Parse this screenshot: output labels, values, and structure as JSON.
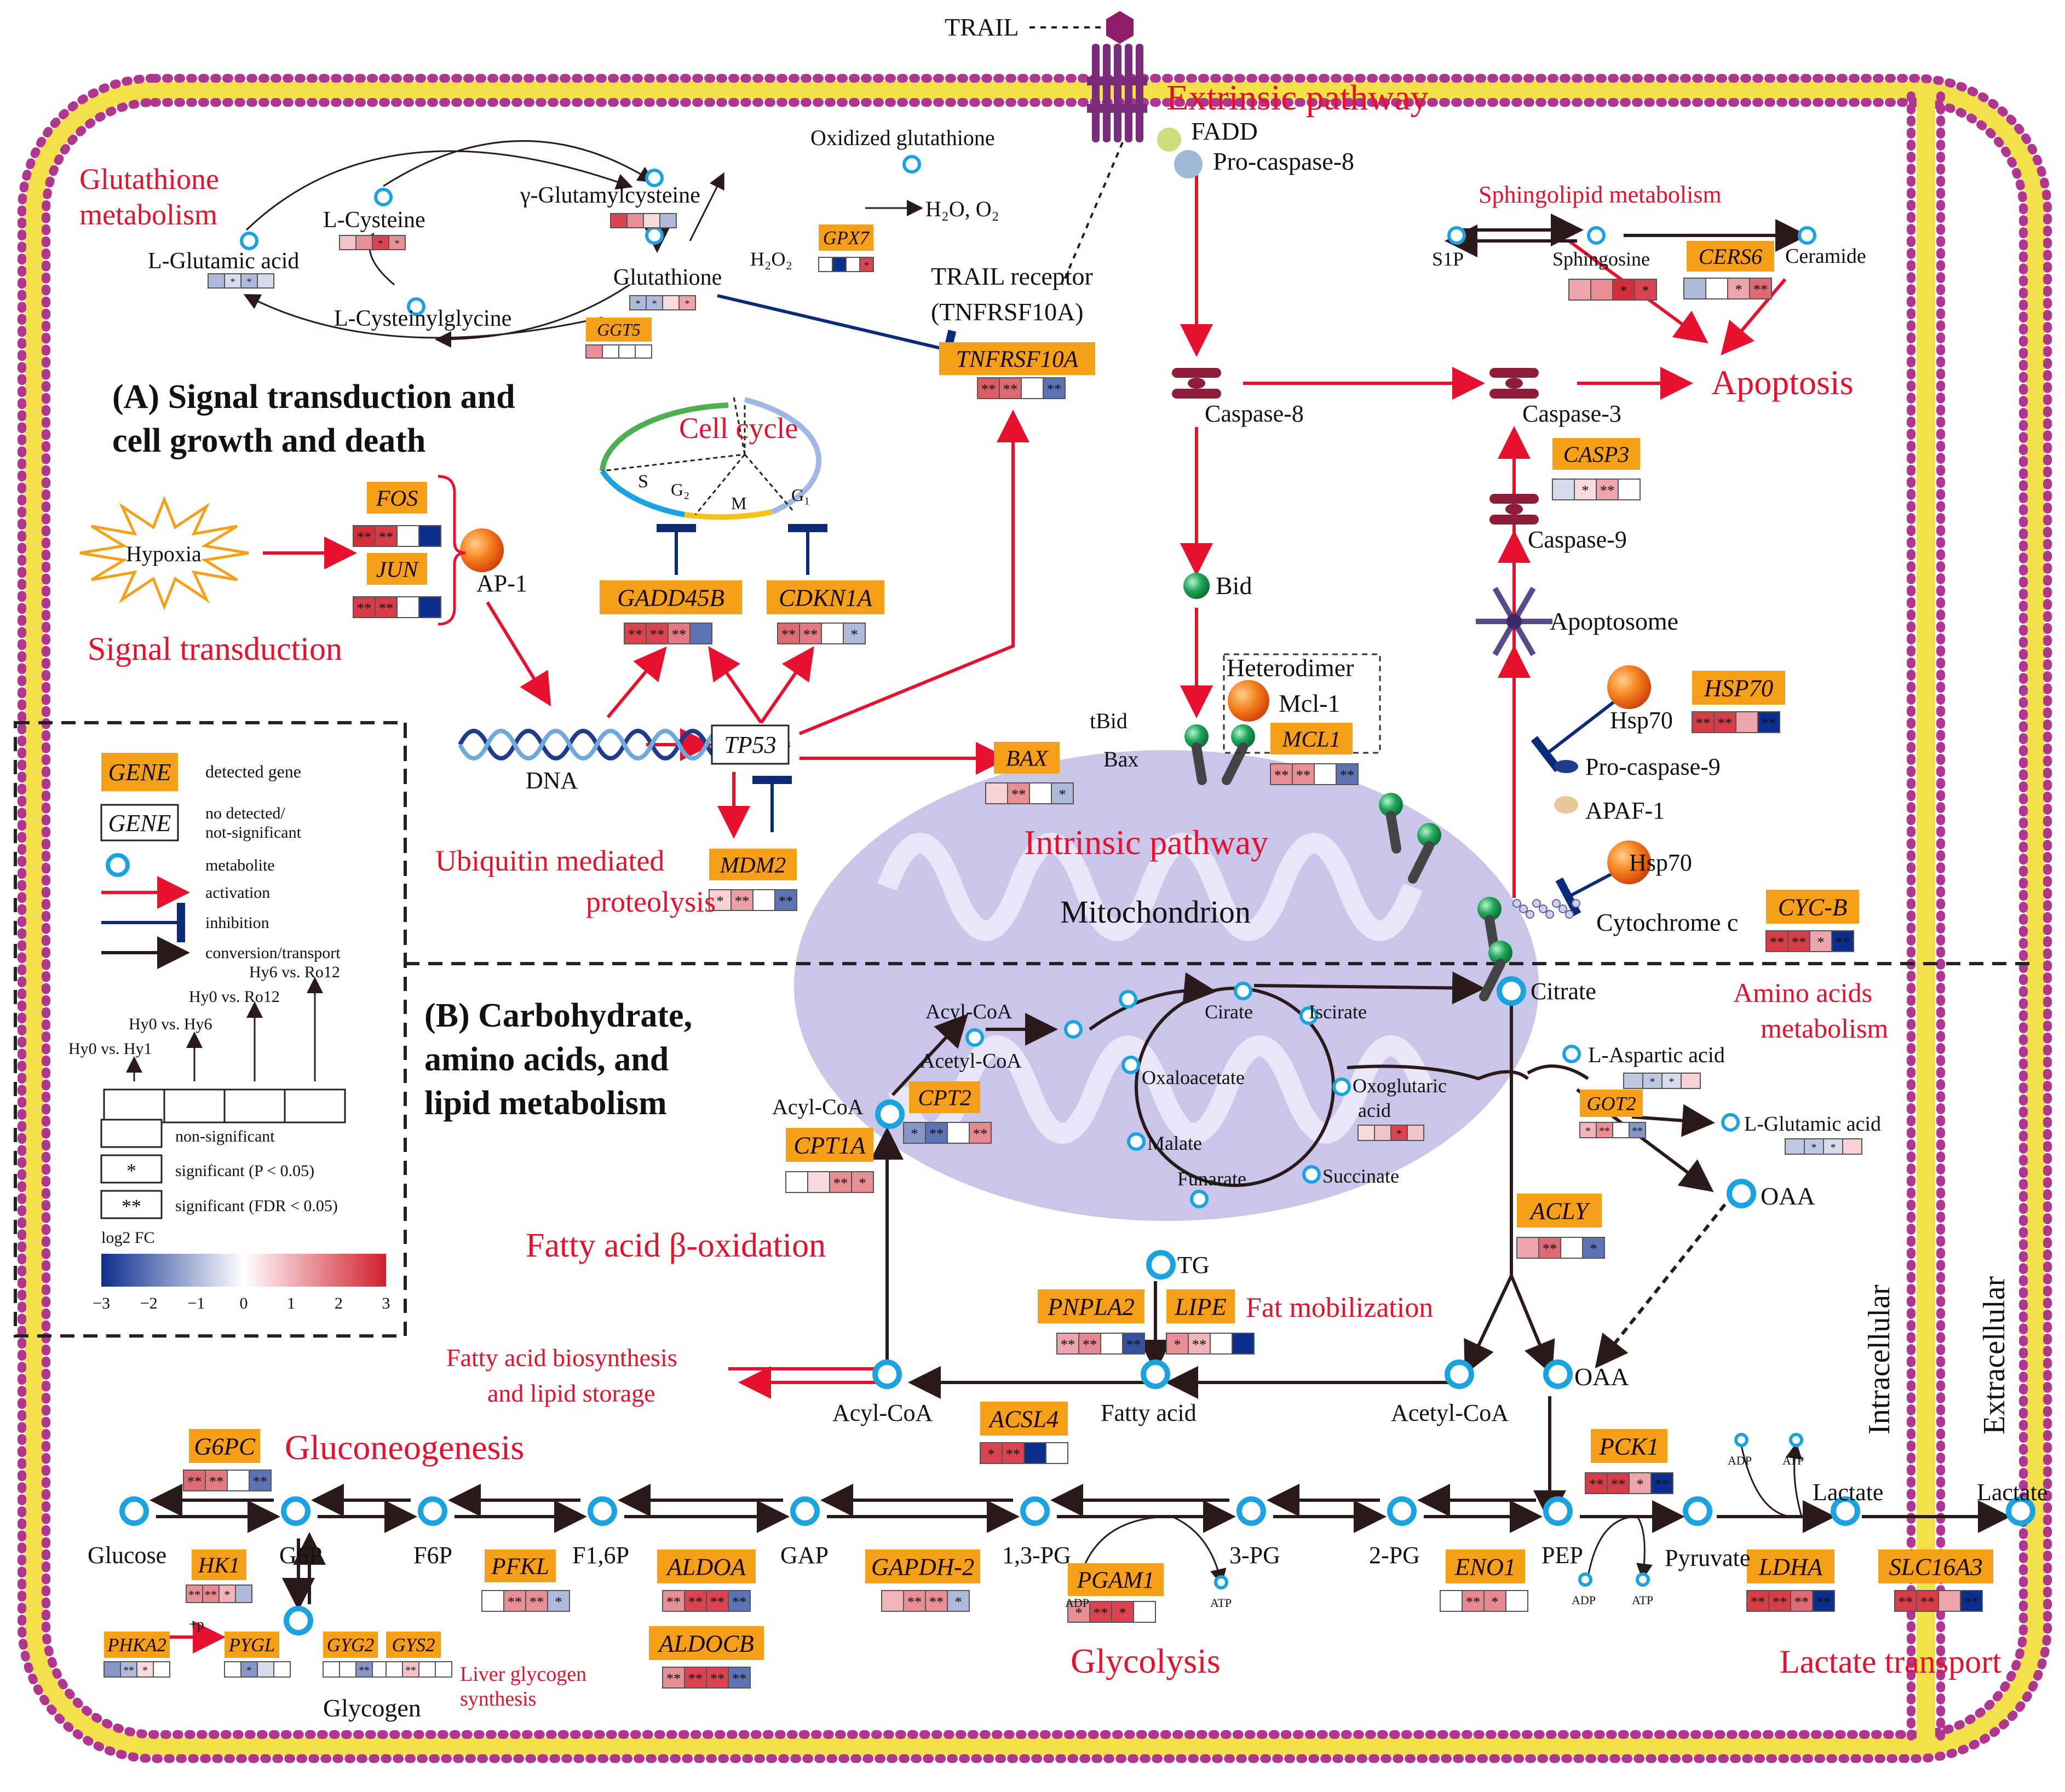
{
  "titles": {
    "section_a_1": "(A) Signal transduction and",
    "section_a_2": "cell growth and death",
    "section_b_1": "(B) Carbohydrate,",
    "section_b_2": "amino acids, and",
    "section_b_3": "lipid metabolism"
  },
  "pathways": {
    "extrinsic": "Extrinsic pathway",
    "intrinsic": "Intrinsic pathway",
    "glutathione_1": "Glutathione",
    "glutathione_2": "metabolism",
    "cell_cycle": "Cell cycle",
    "signal_transduction": "Signal transduction",
    "ubiquitin_1": "Ubiquitin mediated",
    "ubiquitin_2": "proteolysis",
    "sphingolipid": "Sphingolipid metabolism",
    "apoptosis": "Apoptosis",
    "amino_1": "Amino acids",
    "amino_2": "metabolism",
    "fatty_ox": "Fatty acid β-oxidation",
    "fat_mob": "Fat mobilization",
    "fa_bio_1": "Fatty acid biosynthesis",
    "fa_bio_2": "and lipid storage",
    "gluconeo": "Gluconeogenesis",
    "glycolysis": "Glycolysis",
    "liver_gly_1": "Liver glycogen",
    "liver_gly_2": "synthesis",
    "lactate_transport": "Lactate transport"
  },
  "labels": {
    "trail": "TRAIL",
    "fadd": "FADD",
    "procasp8": "Pro-caspase-8",
    "oxgsh": "Oxidized glutathione",
    "h2o_o2": "H₂O, O₂",
    "h2o2": "H₂O₂",
    "gglu": "γ-Glutamylcysteine",
    "lcys": "L-Cysteine",
    "lglu": "L-Glutamic acid",
    "gsh": "Glutathione",
    "lcysgly": "L-Cysteinylglycine",
    "trailr_1": "TRAIL receptor",
    "trailr_2": "(TNFRSF10A)",
    "s1p": "S1P",
    "sphingosine": "Sphingosine",
    "ceramide": "Ceramide",
    "casp8": "Caspase-8",
    "casp3": "Caspase-3",
    "casp9": "Caspase-9",
    "bid": "Bid",
    "apoptosome": "Apoptosome",
    "heterodimer": "Heterodimer",
    "mcl1": "Mcl-1",
    "tbid": "tBid",
    "bax": "Bax",
    "hsp70_a": "Hsp70",
    "hsp70_b": "Hsp70",
    "procasp9": "Pro-caspase-9",
    "apaf1": "APAF-1",
    "cytc": "Cytochrome c",
    "hypoxia": "Hypoxia",
    "ap1": "AP-1",
    "dna": "DNA",
    "tp53": "TP53",
    "phase_s": "S",
    "phase_g2": "G₂",
    "phase_m": "M",
    "phase_g1": "G₁",
    "mito": "Mitochondrion",
    "citrate": "Citrate",
    "acylcoa_m": "Acyl-CoA",
    "acetylcoa_m": "Acetyl-CoA",
    "acylcoa_l": "Acyl-CoA",
    "cirate": "Cirate",
    "iscirate": "Iscirate",
    "oxaloacetate": "Oxaloacetate",
    "oxoglut_1": "Oxoglutaric",
    "oxoglut_2": "acid",
    "malate": "Malate",
    "funarate": "Funarate",
    "succinate": "Succinate",
    "laspartic": "L-Aspartic acid",
    "lglu2": "L-Glutamic acid",
    "oaa_top": "OAA",
    "oaa_bot": "OAA",
    "tg": "TG",
    "fattyacid": "Fatty acid",
    "acylcoa_b": "Acyl-CoA",
    "acetylcoa_b": "Acetyl-CoA",
    "glucose": "Glucose",
    "g6p": "G6P",
    "f6p": "F6P",
    "f16p": "F1,6P",
    "gap": "GAP",
    "pg13": "1,3-PG",
    "pg3": "3-PG",
    "pg2": "2-PG",
    "pep": "PEP",
    "pyruvate": "Pyruvate",
    "lactate_in": "Lactate",
    "lactate_out": "Lactate",
    "glycogen": "Glycogen",
    "intracellular": "Intracellular",
    "extracellular": "Extracellular",
    "adp1": "ADP",
    "atp1": "ATP",
    "adp2": "ADP",
    "atp2": "ATP",
    "adp3": "ADP",
    "atp3": "ATP",
    "plus_p": "+p"
  },
  "genes": [
    {
      "name": "GGT5",
      "cells": [
        1.5,
        0,
        0,
        0
      ],
      "sig": [
        "",
        "",
        "",
        ""
      ]
    },
    {
      "name": "GPX7",
      "cells": [
        0,
        -3,
        0,
        2.5
      ],
      "sig": [
        "",
        "",
        "",
        "*"
      ]
    },
    {
      "name": "TNFRSF10A",
      "cells": [
        2.2,
        2.0,
        0,
        -2
      ],
      "sig": [
        "**",
        "**",
        "",
        "**"
      ]
    },
    {
      "name": "FOS",
      "cells": [
        2.8,
        2.6,
        0,
        -3
      ],
      "sig": [
        "**",
        "**",
        "",
        ""
      ]
    },
    {
      "name": "JUN",
      "cells": [
        2.6,
        2.6,
        0,
        -3
      ],
      "sig": [
        "**",
        "**",
        "",
        ""
      ]
    },
    {
      "name": "GADD45B",
      "cells": [
        2.5,
        2.5,
        1.8,
        -2
      ],
      "sig": [
        "**",
        "**",
        "**",
        ""
      ]
    },
    {
      "name": "CDKN1A",
      "cells": [
        2.0,
        1.8,
        0,
        -1
      ],
      "sig": [
        "**",
        "**",
        "",
        "*"
      ]
    },
    {
      "name": "BAX",
      "cells": [
        0.6,
        1.5,
        0,
        -1
      ],
      "sig": [
        "",
        "**",
        "",
        "*"
      ]
    },
    {
      "name": "MDM2",
      "cells": [
        0.6,
        1.3,
        0,
        -2
      ],
      "sig": [
        "*",
        "**",
        "",
        "**"
      ]
    },
    {
      "name": "MCL1",
      "cells": [
        1.5,
        1.5,
        0,
        -2
      ],
      "sig": [
        "**",
        "**",
        "",
        "**"
      ]
    },
    {
      "name": "CERS6",
      "cells": [
        -1,
        0,
        1.2,
        2
      ],
      "sig": [
        "",
        "",
        "*",
        "**"
      ]
    },
    {
      "name": "CASP3",
      "cells": [
        -0.5,
        0.5,
        1.2,
        0
      ],
      "sig": [
        "",
        "*",
        "**",
        ""
      ]
    },
    {
      "name": "HSP70",
      "cells": [
        2.6,
        2.6,
        1.2,
        -3
      ],
      "sig": [
        "**",
        "**",
        "",
        "**"
      ]
    },
    {
      "name": "CYC-B",
      "cells": [
        2.6,
        2.6,
        1.2,
        -3
      ],
      "sig": [
        "**",
        "**",
        "*",
        "**"
      ]
    },
    {
      "name": "CPT2",
      "cells": [
        -1.5,
        -2.0,
        0,
        1.6
      ],
      "sig": [
        "*",
        "**",
        "",
        "**"
      ]
    },
    {
      "name": "CPT1A",
      "cells": [
        0,
        0.5,
        1.5,
        1.5
      ],
      "sig": [
        "",
        "",
        "**",
        "*"
      ]
    },
    {
      "name": "ACLY",
      "cells": [
        1.2,
        2.0,
        0,
        -2
      ],
      "sig": [
        "",
        "**",
        "",
        "*"
      ]
    },
    {
      "name": "GOT2",
      "cells": [
        1.0,
        1.5,
        0,
        -1.5
      ],
      "sig": [
        "*",
        "**",
        "",
        "**"
      ]
    },
    {
      "name": "PNPLA2",
      "cells": [
        1.2,
        1.6,
        0,
        -2.5
      ],
      "sig": [
        "**",
        "**",
        "",
        "**"
      ]
    },
    {
      "name": "LIPE",
      "cells": [
        1.5,
        1.0,
        0,
        -3
      ],
      "sig": [
        "*",
        "**",
        "",
        ""
      ]
    },
    {
      "name": "ACSL4",
      "cells": [
        2.5,
        2.5,
        -3,
        0
      ],
      "sig": [
        "*",
        "**",
        "",
        ""
      ]
    },
    {
      "name": "G6PC",
      "cells": [
        2.0,
        1.8,
        0,
        -2
      ],
      "sig": [
        "**",
        "**",
        "",
        "**"
      ]
    },
    {
      "name": "HK1",
      "cells": [
        1.5,
        1.6,
        1.0,
        -1
      ],
      "sig": [
        "**",
        "**",
        "*",
        ""
      ]
    },
    {
      "name": "PFKL",
      "cells": [
        0,
        1.5,
        1.5,
        -1
      ],
      "sig": [
        "",
        "**",
        "**",
        "*"
      ]
    },
    {
      "name": "ALDOA",
      "cells": [
        1.5,
        2.5,
        2.5,
        -2
      ],
      "sig": [
        "**",
        "**",
        "**",
        "**"
      ]
    },
    {
      "name": "ALDOCB",
      "cells": [
        1.5,
        2.5,
        2.5,
        -2
      ],
      "sig": [
        "**",
        "**",
        "**",
        "**"
      ]
    },
    {
      "name": "GAPDH-2",
      "cells": [
        1.0,
        1.5,
        1.5,
        -1
      ],
      "sig": [
        "",
        "**",
        "**",
        "*"
      ]
    },
    {
      "name": "PGAM1",
      "cells": [
        1.5,
        2.5,
        2.5,
        0
      ],
      "sig": [
        "*",
        "**",
        "*",
        ""
      ]
    },
    {
      "name": "ENO1",
      "cells": [
        0,
        1.6,
        1.6,
        0
      ],
      "sig": [
        "",
        "**",
        "*",
        ""
      ]
    },
    {
      "name": "PCK1",
      "cells": [
        2.6,
        2.6,
        1.2,
        -3
      ],
      "sig": [
        "**",
        "**",
        "*",
        "**"
      ]
    },
    {
      "name": "LDHA",
      "cells": [
        2.6,
        2.6,
        2.0,
        -3
      ],
      "sig": [
        "**",
        "**",
        "**",
        "**"
      ]
    },
    {
      "name": "SLC16A3",
      "cells": [
        2.6,
        2.6,
        1.2,
        -3
      ],
      "sig": [
        "**",
        "**",
        "",
        "**"
      ]
    },
    {
      "name": "PHKA2",
      "cells": [
        -1.5,
        -1.0,
        0.5,
        0
      ],
      "sig": [
        "",
        "**",
        "*",
        ""
      ]
    },
    {
      "name": "PYGL",
      "cells": [
        0,
        -1.5,
        -0.5,
        0
      ],
      "sig": [
        "",
        "*",
        "",
        ""
      ]
    },
    {
      "name": "GYG2",
      "cells": [
        0,
        0,
        -1.5,
        0
      ],
      "sig": [
        "",
        "",
        "**",
        ""
      ]
    },
    {
      "name": "GYS2",
      "cells": [
        0,
        0.8,
        0,
        0
      ],
      "sig": [
        "",
        "**",
        "",
        ""
      ]
    }
  ],
  "metabolite_boxes": [
    {
      "name": "lcys",
      "cells": [
        0.8,
        1.5,
        2.5,
        1.5
      ],
      "sig": [
        "",
        "",
        "*",
        "*"
      ]
    },
    {
      "name": "gglu",
      "cells": [
        2.5,
        1.5,
        0.5,
        -1
      ],
      "sig": [
        "",
        "",
        "",
        ""
      ]
    },
    {
      "name": "lglu",
      "cells": [
        -1,
        -0.5,
        -1,
        -0.5
      ],
      "sig": [
        "",
        "*",
        "*",
        ""
      ]
    },
    {
      "name": "gsh",
      "cells": [
        -1,
        -1,
        0.5,
        1.2
      ],
      "sig": [
        "*",
        "*",
        "",
        "*"
      ]
    },
    {
      "name": "sphingosine",
      "cells": [
        1.2,
        1.5,
        2.8,
        2.5
      ],
      "sig": [
        "",
        "",
        "*",
        "*"
      ]
    },
    {
      "name": "oxoglut",
      "cells": [
        0.5,
        0.8,
        2.5,
        0.8
      ],
      "sig": [
        "",
        "",
        "*",
        ""
      ]
    },
    {
      "name": "laspartic",
      "cells": [
        -0.8,
        -0.8,
        -0.5,
        0.6
      ],
      "sig": [
        "",
        "*",
        "*",
        ""
      ]
    },
    {
      "name": "lglu2",
      "cells": [
        -0.8,
        -0.8,
        -0.5,
        0.6
      ],
      "sig": [
        "",
        "*",
        "*",
        ""
      ]
    }
  ],
  "legend": {
    "gene": "GENE",
    "detected": "detected gene",
    "gene_nd": "GENE",
    "nd_1": "no detected/",
    "nd_2": "not-significant",
    "metabolite": "metabolite",
    "activation": "activation",
    "inhibition": "inhibition",
    "conversion": "conversion/transport",
    "cmp1": "Hy0 vs. Hy1",
    "cmp2": "Hy0 vs. Hy6",
    "cmp3": "Hy0 vs. Ro12",
    "cmp4": "Hy6 vs. Ro12",
    "nonsig": "non-significant",
    "star1": "*",
    "star2": "**",
    "sig1": "significant (P < 0.05)",
    "sig2": "significant (FDR < 0.05)",
    "log2fc": "log2 FC",
    "ticks": [
      "−3",
      "−2",
      "−1",
      "0",
      "1",
      "2",
      "3"
    ]
  },
  "colors": {
    "red_label": "#e8112d",
    "gene_box": "#f6a01a",
    "arrow_red": "#e8112d",
    "inhibit_blue": "#0b2a7a",
    "metabolite_ring": "#1aa3e0",
    "membrane": "#b0368f",
    "mito": "#c9c6ea",
    "low": "#0c2f8e",
    "high": "#d11f2d"
  }
}
